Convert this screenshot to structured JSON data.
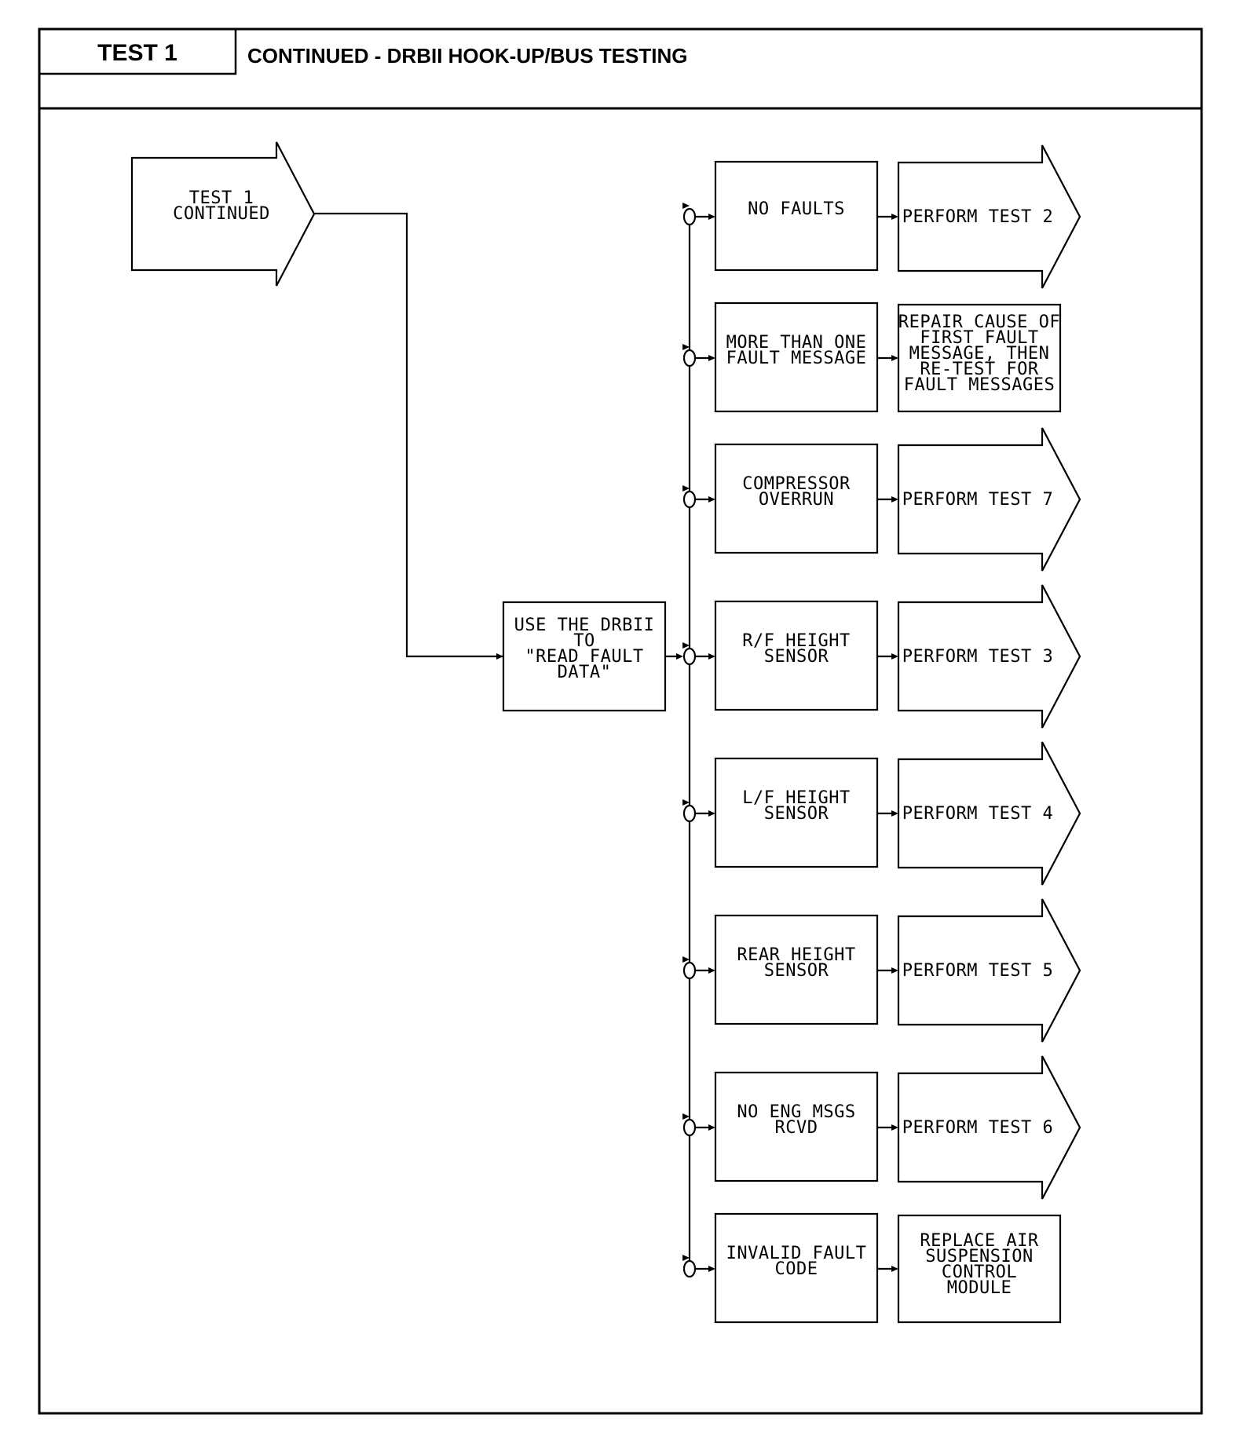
{
  "header": {
    "test_label": "TEST 1",
    "title": "CONTINUED - DRBII HOOK-UP/BUS TESTING"
  },
  "flowchart": {
    "entry_arrow": [
      "TEST 1",
      "CONTINUED"
    ],
    "start_box": [
      "USE THE DRBII",
      "TO",
      "\"READ FAULT",
      "DATA\""
    ],
    "branches": [
      {
        "condition": [
          "NO FAULTS"
        ],
        "result": [
          "PERFORM TEST 2"
        ],
        "result_shape": "arrow"
      },
      {
        "condition": [
          "MORE THAN ONE",
          "FAULT MESSAGE"
        ],
        "result": [
          "REPAIR CAUSE OF",
          "FIRST FAULT",
          "MESSAGE, THEN",
          "RE-TEST FOR",
          "FAULT MESSAGES"
        ],
        "result_shape": "box"
      },
      {
        "condition": [
          "COMPRESSOR",
          "OVERRUN"
        ],
        "result": [
          "PERFORM TEST 7"
        ],
        "result_shape": "arrow"
      },
      {
        "condition": [
          "R/F HEIGHT",
          "SENSOR"
        ],
        "result": [
          "PERFORM TEST 3"
        ],
        "result_shape": "arrow"
      },
      {
        "condition": [
          "L/F HEIGHT",
          "SENSOR"
        ],
        "result": [
          "PERFORM TEST 4"
        ],
        "result_shape": "arrow"
      },
      {
        "condition": [
          "REAR HEIGHT",
          "SENSOR"
        ],
        "result": [
          "PERFORM TEST 5"
        ],
        "result_shape": "arrow"
      },
      {
        "condition": [
          "NO ENG MSGS",
          "RCVD"
        ],
        "result": [
          "PERFORM TEST 6"
        ],
        "result_shape": "arrow"
      },
      {
        "condition": [
          "INVALID FAULT",
          "CODE"
        ],
        "result": [
          "REPLACE AIR",
          "SUSPENSION",
          "CONTROL",
          "MODULE"
        ],
        "result_shape": "box"
      }
    ]
  }
}
